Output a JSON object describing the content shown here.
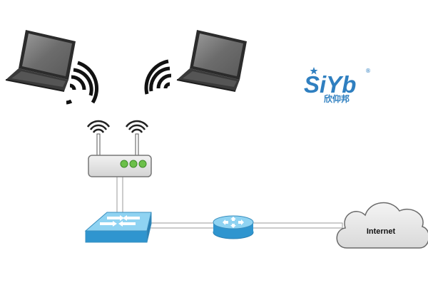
{
  "logo": {
    "brand": "SiYb",
    "chinese": "欣仰邦",
    "registered_mark": "®",
    "color": "#2f7fc0"
  },
  "nodes": {
    "laptop_left": {
      "icon": "laptop-icon"
    },
    "laptop_right": {
      "icon": "laptop-icon"
    },
    "router": {
      "icon": "wireless-router-icon",
      "leds": 3,
      "led_color": "#6cc04a"
    },
    "switch": {
      "icon": "network-switch-icon",
      "color": "#4db3e6"
    },
    "core_router": {
      "icon": "router-icon",
      "color": "#4db3e6"
    },
    "internet": {
      "label": "Internet",
      "icon": "cloud-icon"
    }
  },
  "links": [
    {
      "from": "router",
      "to": "switch"
    },
    {
      "from": "switch",
      "to": "core_router"
    },
    {
      "from": "core_router",
      "to": "internet"
    }
  ]
}
